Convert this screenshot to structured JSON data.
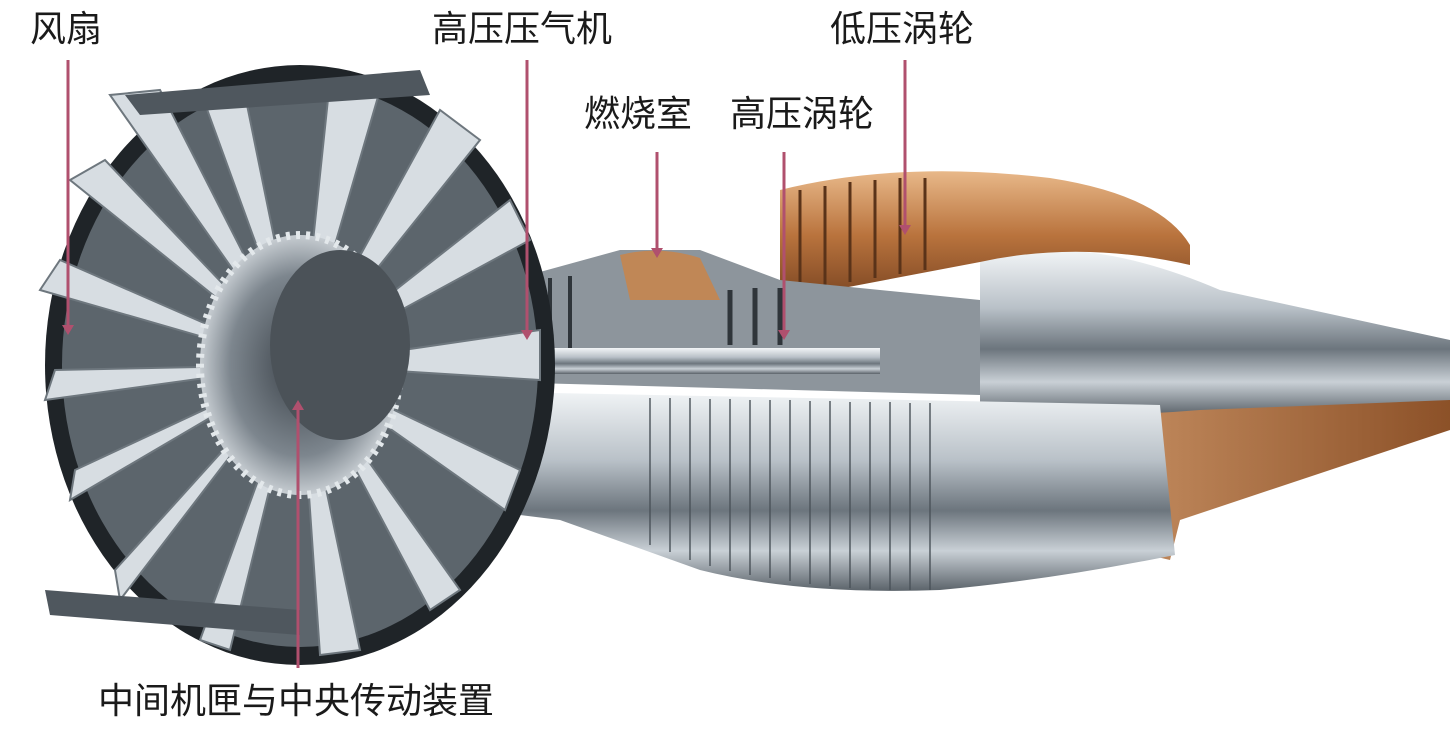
{
  "labels": {
    "fan": "风扇",
    "high_pressure_compressor": "高压压气机",
    "low_pressure_turbine": "低压涡轮",
    "combustion_chamber": "燃烧室",
    "high_pressure_turbine": "高压涡轮",
    "intermediate_case_gearbox": "中间机匣与中央传动装置"
  },
  "colors": {
    "leader_line": "#b0506e",
    "steel_light": "#dfe4e8",
    "steel_mid": "#9aa3ab",
    "steel_dark": "#3f464d",
    "copper": "#c88a55"
  }
}
